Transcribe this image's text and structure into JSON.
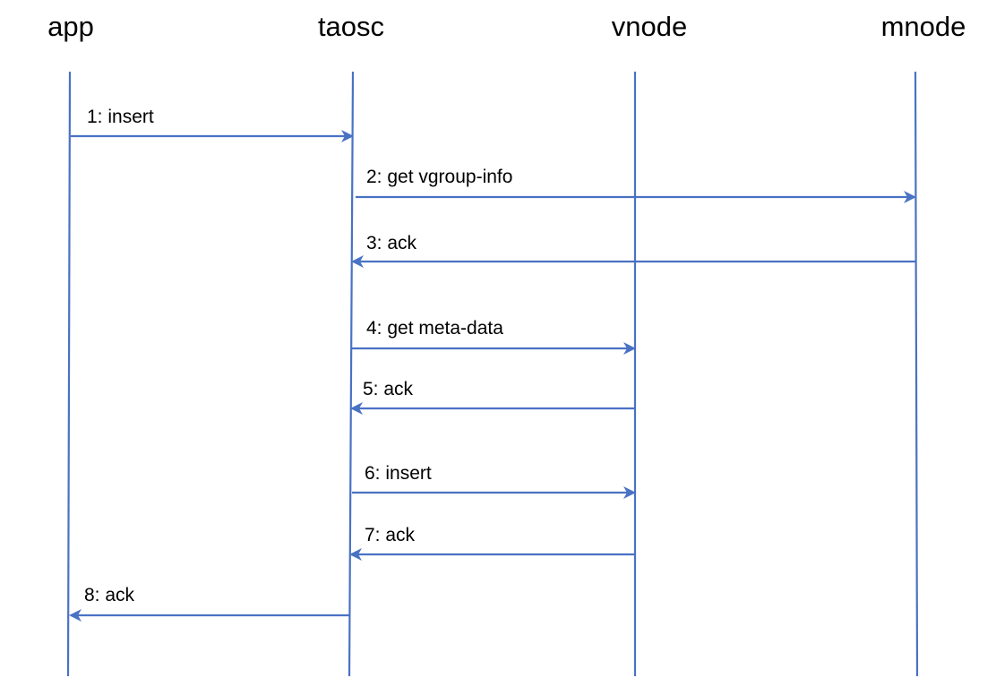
{
  "participants": [
    {
      "id": "app",
      "label": "app"
    },
    {
      "id": "taosc",
      "label": "taosc"
    },
    {
      "id": "vnode",
      "label": "vnode"
    },
    {
      "id": "mnode",
      "label": "mnode"
    }
  ],
  "messages": [
    {
      "from": "app",
      "to": "taosc",
      "label": "1: insert"
    },
    {
      "from": "taosc",
      "to": "mnode",
      "label": "2: get vgroup-info"
    },
    {
      "from": "mnode",
      "to": "taosc",
      "label": "3: ack"
    },
    {
      "from": "taosc",
      "to": "vnode",
      "label": "4: get meta-data"
    },
    {
      "from": "vnode",
      "to": "taosc",
      "label": "5: ack"
    },
    {
      "from": "taosc",
      "to": "vnode",
      "label": "6: insert"
    },
    {
      "from": "vnode",
      "to": "taosc",
      "label": "7: ack"
    },
    {
      "from": "taosc",
      "to": "app",
      "label": "8: ack"
    }
  ],
  "colors": {
    "line": "#4a72c4",
    "text": "#000000"
  }
}
